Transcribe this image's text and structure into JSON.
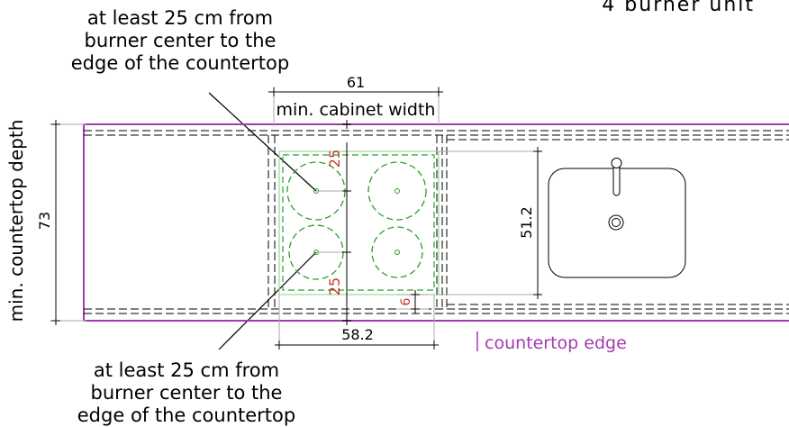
{
  "diagram": {
    "title_fragment": "4 burner unit",
    "note_top_lines": [
      "at least 25 cm from",
      "burner center to the",
      "edge of the countertop"
    ],
    "note_bottom_lines": [
      "at least 25 cm from",
      "burner center to the",
      "edge of the countertop"
    ],
    "dim_cabinet_value": "61",
    "dim_cabinet_label": "min. cabinet width",
    "dim_depth_value": "73",
    "dim_depth_label": "min. countertop depth",
    "dim_hob_width": "58.2",
    "dim_hob_depth": "51.2",
    "dim_burner_top": "25",
    "dim_burner_bottom": "25",
    "dim_small": "6",
    "countertop_edge_label": "countertop edge"
  },
  "colors": {
    "countertop": "#a23ab0",
    "burner": "#2aa02a",
    "hob_outline": "#9bd79b",
    "red_dim": "#c0392b",
    "ink": "#000000"
  }
}
